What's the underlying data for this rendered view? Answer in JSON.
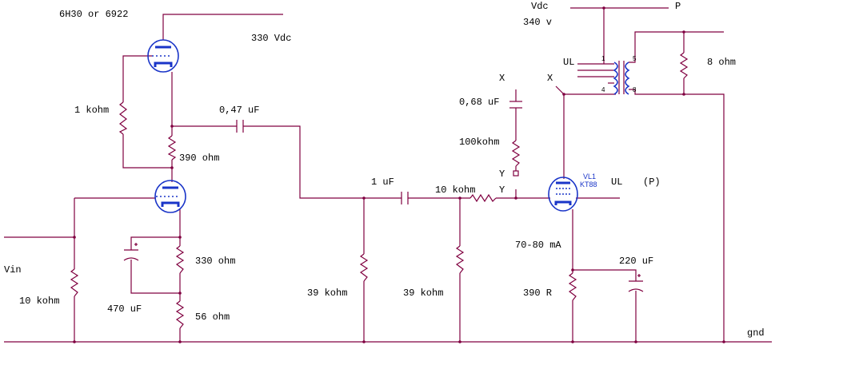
{
  "labels": {
    "tube_type": "6H30 or 6922",
    "vdc_330": "330 Vdc",
    "r_1k": "1 kohm",
    "c_047": "0,47 uF",
    "r_390": "390 ohm",
    "vin": "Vin",
    "r_10k_in": "10 kohm",
    "c_470": "470 uF",
    "r_330": "330 ohm",
    "r_56": "56 ohm",
    "c_1u": "1 uF",
    "r_39k_a": "39 kohm",
    "r_10k_grid": "10 kohm",
    "r_39k_b": "39 kohm",
    "y_1": "Y",
    "y_2": "Y",
    "x_1": "X",
    "x_2": "X",
    "c_068": "0,68 uF",
    "r_100k": "100kohm",
    "vdc": "Vdc",
    "v340": "340 v",
    "p_top": "P",
    "ul_left": "UL",
    "r_8": "8 ohm",
    "pin1": "1",
    "pin5": "5",
    "pin4": "4",
    "pin8": "8",
    "vl1": "VL1",
    "kt88": "KT88",
    "ul_right": "UL",
    "p_paren": "(P)",
    "current": "70-80 mA",
    "c_220": "220 uF",
    "r_390r": "390 R",
    "gnd": "gnd"
  },
  "colors": {
    "wire": "#800040",
    "tube": "#1a35c8",
    "text": "#000000"
  }
}
